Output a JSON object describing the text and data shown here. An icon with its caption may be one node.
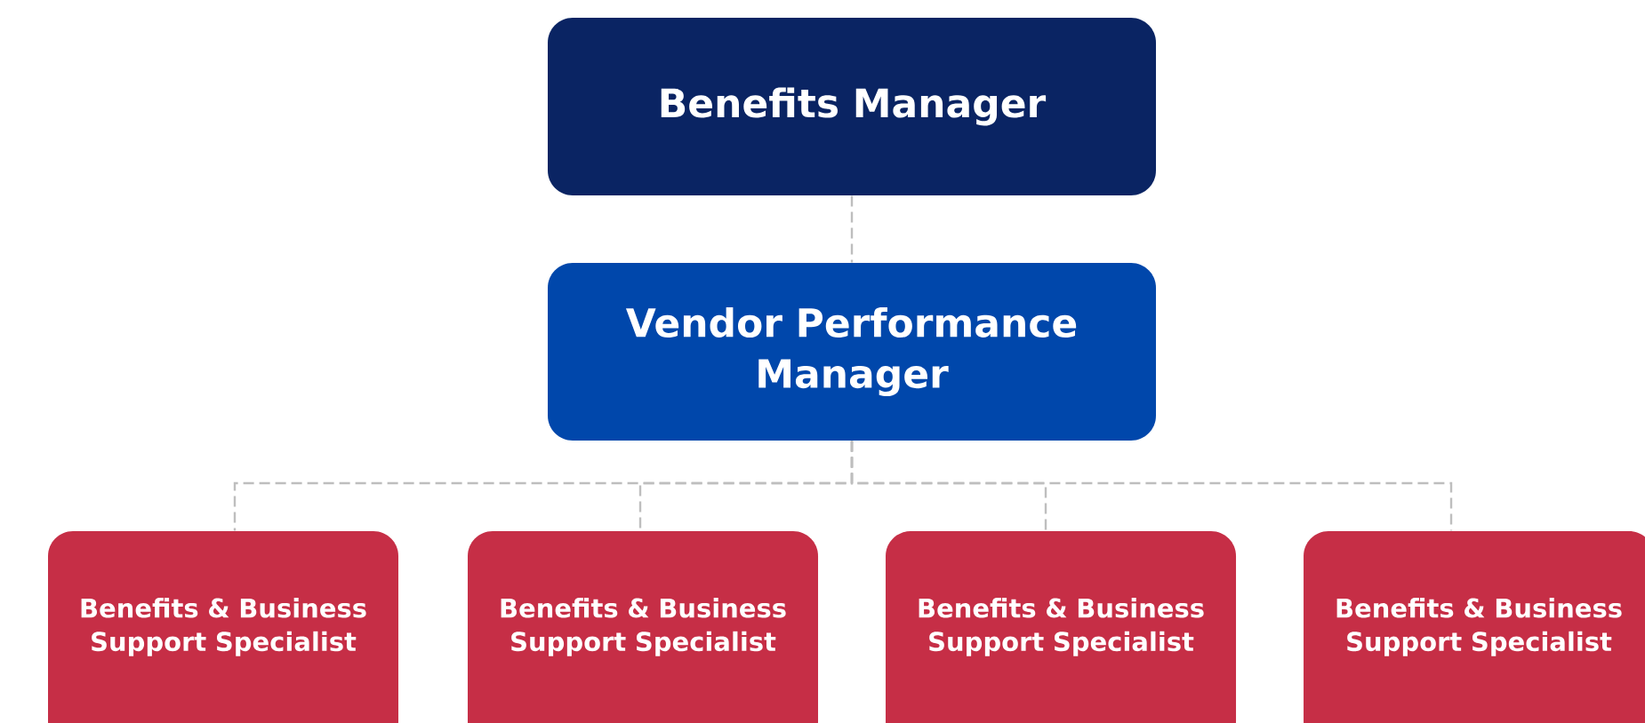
{
  "diagram": {
    "nodes": [
      {
        "text": [
          "Benefits Manager"
        ]
      },
      {
        "text": [
          "Vendor Performance Manager"
        ]
      },
      {
        "text": [
          "Benefits & Business Support Specialist"
        ]
      },
      {
        "text": [
          "Benefits & Business Support Specialist"
        ]
      },
      {
        "text": [
          "Benefits & Business Support Specialist"
        ]
      },
      {
        "text": [
          "Benefits & Business Support Specialist"
        ]
      }
    ],
    "edges": [
      {
        "from": 0,
        "to": 1,
        "arrow": "none"
      },
      {
        "from": 1,
        "to": 2,
        "arrow": "none"
      },
      {
        "from": 1,
        "to": 3,
        "arrow": "none"
      },
      {
        "from": 1,
        "to": 4,
        "arrow": "none"
      },
      {
        "from": 1,
        "to": 5,
        "arrow": "none"
      }
    ]
  }
}
